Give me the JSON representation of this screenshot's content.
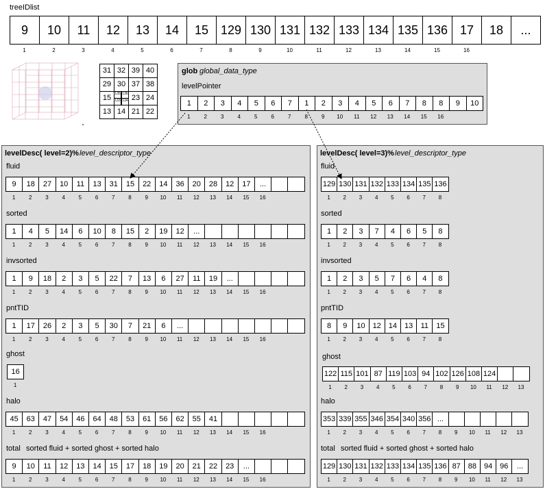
{
  "tree_id_list": {
    "label": "treeIDlist",
    "values": [
      "9",
      "10",
      "11",
      "12",
      "13",
      "14",
      "15",
      "129",
      "130",
      "131",
      "132",
      "133",
      "134",
      "135",
      "136",
      "17",
      "18",
      "..."
    ],
    "indices": [
      "1",
      "2",
      "3",
      "4",
      "5",
      "6",
      "7",
      "8",
      "9",
      "10",
      "11",
      "12",
      "13",
      "14",
      "15",
      "16"
    ]
  },
  "grid_matrix": {
    "rows": [
      [
        "31",
        "32",
        "39",
        "40"
      ],
      [
        "29",
        "30",
        "37",
        "38"
      ],
      [
        "15",
        "",
        "23",
        "24"
      ],
      [
        "13",
        "14",
        "21",
        "22"
      ]
    ],
    "sub": [
      "135",
      "136",
      "133",
      "134"
    ]
  },
  "glob": {
    "name": "glob",
    "type": "global_data_type",
    "level_pointer": {
      "label": "levelPointer",
      "values": [
        "1",
        "2",
        "3",
        "4",
        "5",
        "6",
        "7",
        "1",
        "2",
        "3",
        "4",
        "5",
        "6",
        "7",
        "8",
        "8",
        "9",
        "10"
      ],
      "indices": [
        "1",
        "2",
        "3",
        "4",
        "5",
        "6",
        "7",
        "8",
        "9",
        "10",
        "11",
        "12",
        "13",
        "14",
        "15",
        "16"
      ]
    }
  },
  "level2": {
    "title": "levelDesc( level=2)%",
    "type": "level_descriptor_type",
    "arrays": [
      {
        "label": "fluid",
        "values": [
          "9",
          "18",
          "27",
          "10",
          "11",
          "13",
          "31",
          "15",
          "22",
          "14",
          "36",
          "20",
          "28",
          "12",
          "17",
          "...",
          "",
          ""
        ],
        "indices": [
          "1",
          "2",
          "3",
          "4",
          "5",
          "6",
          "7",
          "8",
          "9",
          "10",
          "11",
          "12",
          "13",
          "14",
          "15",
          "16"
        ]
      },
      {
        "label": "sorted",
        "values": [
          "1",
          "4",
          "5",
          "14",
          "6",
          "10",
          "8",
          "15",
          "2",
          "19",
          "12",
          "...",
          "",
          "",
          "",
          "",
          "",
          ""
        ],
        "indices": [
          "1",
          "2",
          "3",
          "4",
          "5",
          "6",
          "7",
          "8",
          "9",
          "10",
          "11",
          "12",
          "13",
          "14",
          "15",
          "16"
        ]
      },
      {
        "label": "invsorted",
        "values": [
          "1",
          "9",
          "18",
          "2",
          "3",
          "5",
          "22",
          "7",
          "13",
          "6",
          "27",
          "11",
          "19",
          "...",
          "",
          "",
          "",
          ""
        ],
        "indices": [
          "1",
          "2",
          "3",
          "4",
          "5",
          "6",
          "7",
          "8",
          "9",
          "10",
          "11",
          "12",
          "13",
          "14",
          "15",
          "16"
        ]
      },
      {
        "label": "pntTID",
        "values": [
          "1",
          "17",
          "26",
          "2",
          "3",
          "5",
          "30",
          "7",
          "21",
          "6",
          "...",
          "",
          "",
          "",
          "",
          "",
          "",
          ""
        ],
        "indices": [
          "1",
          "2",
          "3",
          "4",
          "5",
          "6",
          "7",
          "8",
          "9",
          "10",
          "11",
          "12",
          "13",
          "14",
          "15",
          "16"
        ]
      },
      {
        "label": "ghost",
        "values": [
          "16"
        ],
        "indices": [
          "1"
        ]
      },
      {
        "label": "halo",
        "values": [
          "45",
          "63",
          "47",
          "54",
          "46",
          "64",
          "48",
          "53",
          "61",
          "56",
          "62",
          "55",
          "41",
          "",
          "",
          "",
          "",
          ""
        ],
        "indices": [
          "1",
          "2",
          "3",
          "4",
          "5",
          "6",
          "7",
          "8",
          "9",
          "10",
          "11",
          "12",
          "13",
          "14",
          "15",
          "16"
        ]
      },
      {
        "label": "total",
        "note": "sorted fluid + sorted ghost + sorted halo",
        "values": [
          "9",
          "10",
          "11",
          "12",
          "13",
          "14",
          "15",
          "17",
          "18",
          "19",
          "20",
          "21",
          "22",
          "23",
          "...",
          "",
          "",
          ""
        ],
        "indices": [
          "1",
          "2",
          "3",
          "4",
          "5",
          "6",
          "7",
          "8",
          "9",
          "10",
          "11",
          "12",
          "13",
          "14",
          "15",
          "16"
        ]
      }
    ]
  },
  "level3": {
    "title": "levelDesc( level=3)%",
    "type": "level_descriptor_type",
    "arrays": [
      {
        "label": "fluid",
        "values": [
          "129",
          "130",
          "131",
          "132",
          "133",
          "134",
          "135",
          "136"
        ],
        "indices": [
          "1",
          "2",
          "3",
          "4",
          "5",
          "6",
          "7",
          "8"
        ]
      },
      {
        "label": "sorted",
        "values": [
          "1",
          "2",
          "3",
          "7",
          "4",
          "6",
          "5",
          "8"
        ],
        "indices": [
          "1",
          "2",
          "3",
          "4",
          "5",
          "6",
          "7",
          "8"
        ]
      },
      {
        "label": "invsorted",
        "values": [
          "1",
          "2",
          "3",
          "5",
          "7",
          "6",
          "4",
          "8"
        ],
        "indices": [
          "1",
          "2",
          "3",
          "4",
          "5",
          "6",
          "7",
          "8"
        ]
      },
      {
        "label": "pntTID",
        "values": [
          "8",
          "9",
          "10",
          "12",
          "14",
          "13",
          "11",
          "15"
        ],
        "indices": [
          "1",
          "2",
          "3",
          "4",
          "5",
          "6",
          "7",
          "8"
        ]
      },
      {
        "label": "ghost",
        "values": [
          "122",
          "115",
          "101",
          "87",
          "119",
          "103",
          "94",
          "102",
          "126",
          "108",
          "124",
          "",
          ""
        ],
        "indices": [
          "1",
          "2",
          "3",
          "4",
          "5",
          "6",
          "7",
          "8",
          "9",
          "10",
          "11",
          "12",
          "13"
        ]
      },
      {
        "label": "halo",
        "values": [
          "353",
          "339",
          "355",
          "346",
          "354",
          "340",
          "356",
          "...",
          "",
          "",
          "",
          "",
          ""
        ],
        "indices": [
          "1",
          "2",
          "3",
          "4",
          "5",
          "6",
          "7",
          "8",
          "9",
          "10",
          "11",
          "12",
          "13"
        ]
      },
      {
        "label": "total",
        "note": "sorted fluid + sorted ghost + sorted halo",
        "values": [
          "129",
          "130",
          "131",
          "132",
          "133",
          "134",
          "135",
          "136",
          "87",
          "88",
          "94",
          "96",
          "..."
        ],
        "indices": [
          "1",
          "2",
          "3",
          "4",
          "5",
          "6",
          "7",
          "8",
          "9",
          "10",
          "11",
          "12",
          "13"
        ]
      }
    ]
  }
}
